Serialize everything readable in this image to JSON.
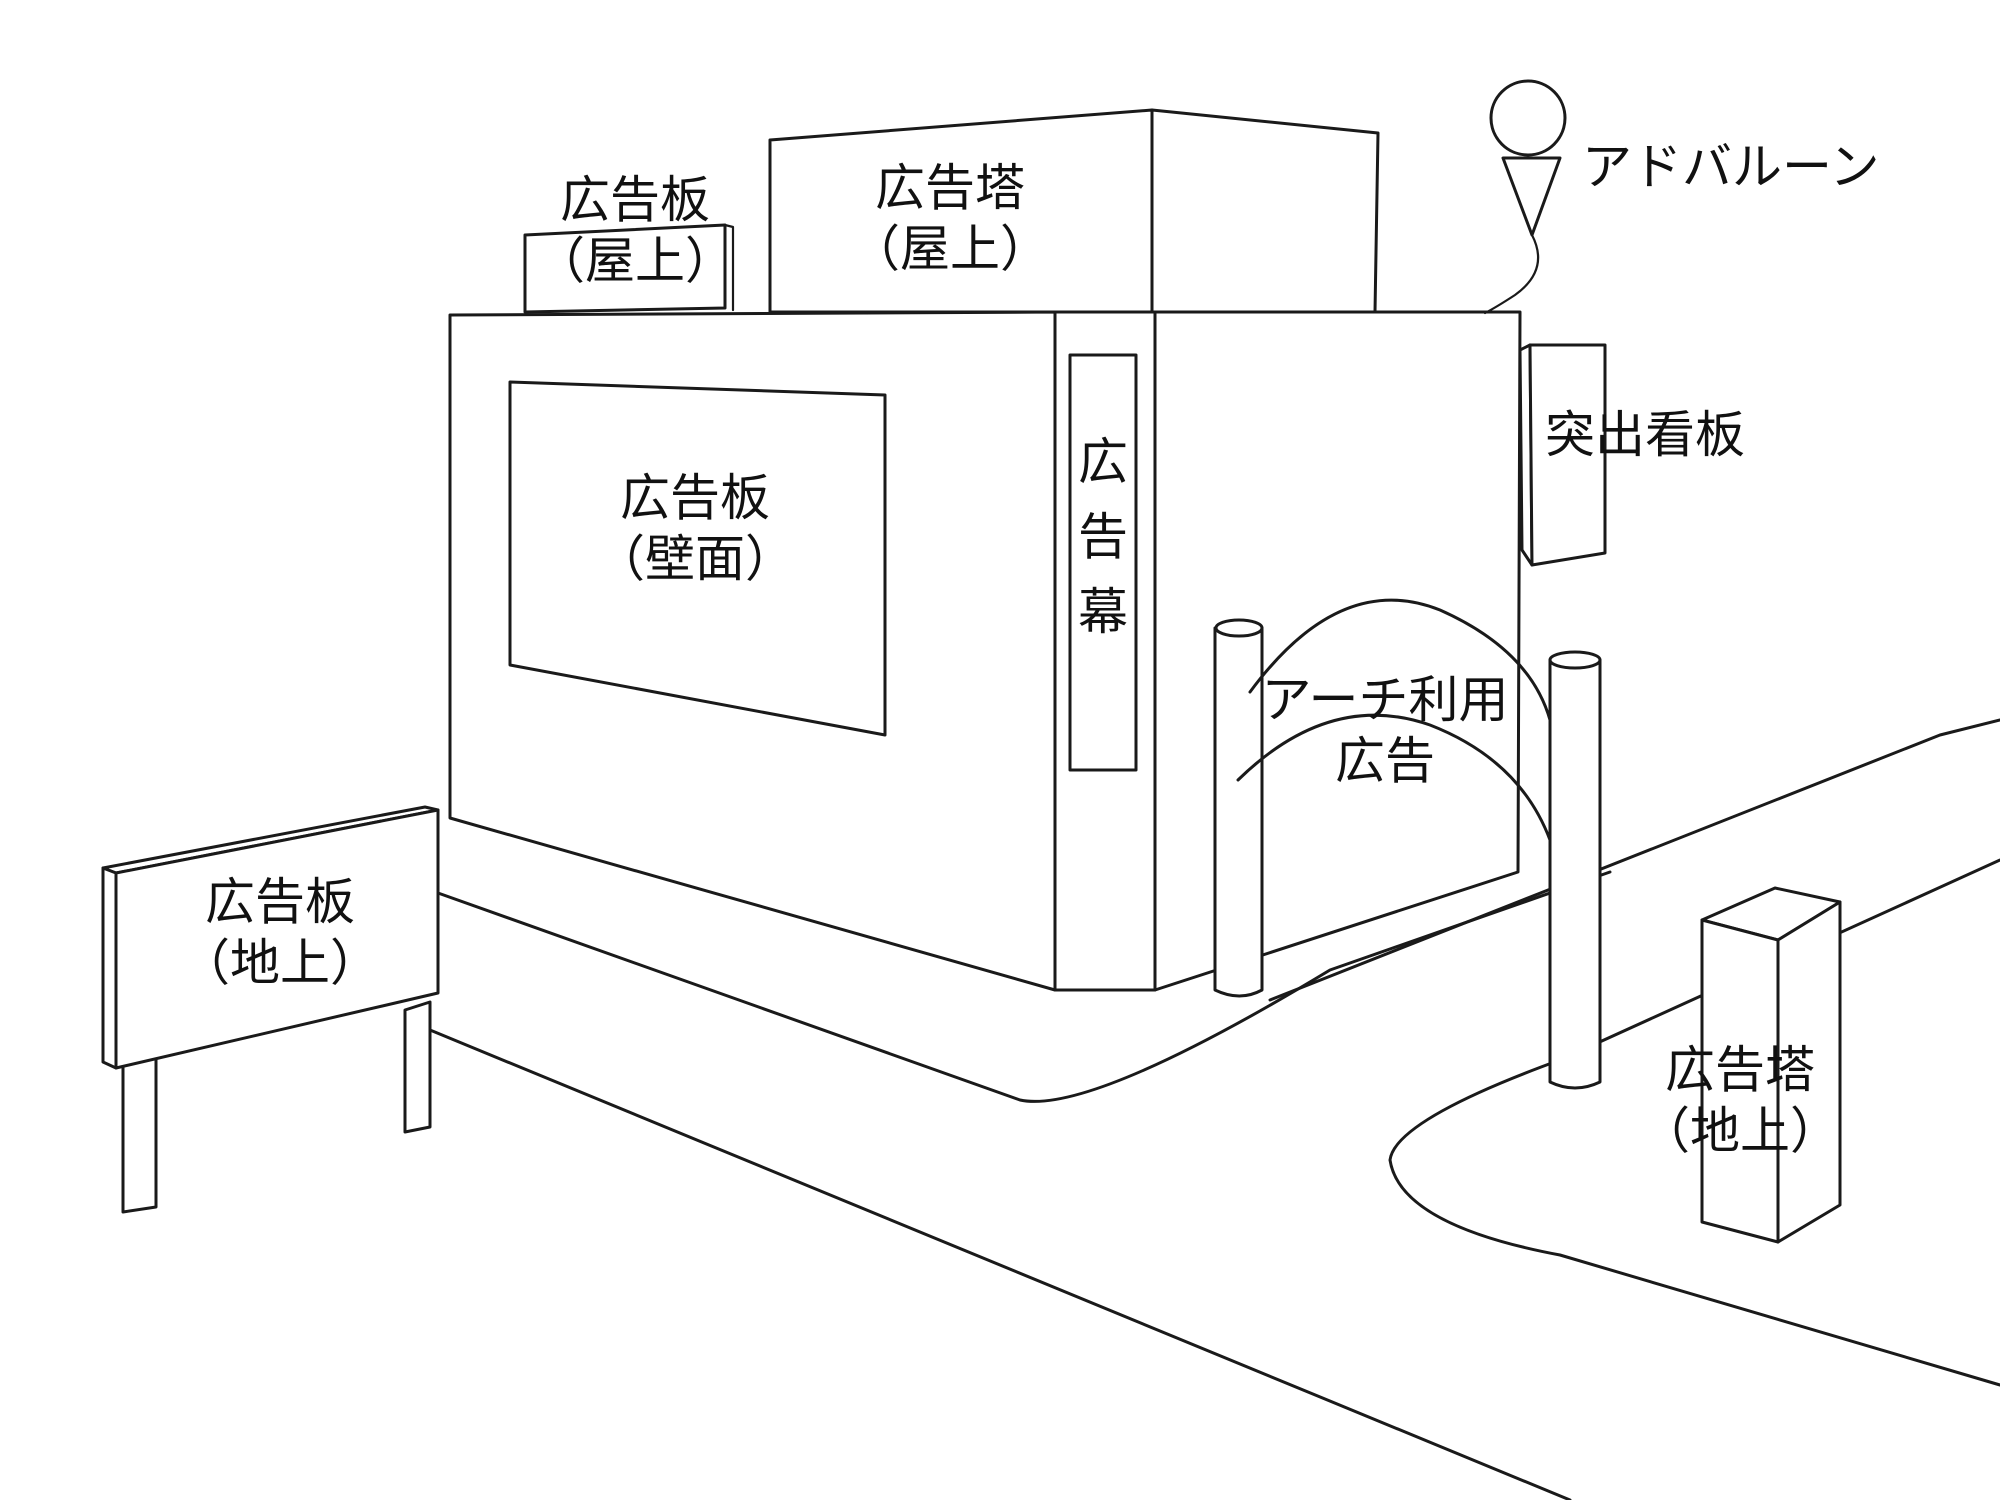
{
  "labels": {
    "rooftop_billboard": {
      "line1": "広告板",
      "line2": "（屋上）"
    },
    "rooftop_tower": {
      "line1": "広告塔",
      "line2": "（屋上）"
    },
    "ad_balloon": {
      "text": "アドバルーン"
    },
    "wall_billboard": {
      "line1": "広告板",
      "line2": "（壁面）"
    },
    "banner": {
      "chars": [
        "広",
        "告",
        "幕"
      ]
    },
    "projecting_sign": {
      "text": "突出看板"
    },
    "arch_ad": {
      "line1": "アーチ利用",
      "line2": "広告"
    },
    "ground_billboard": {
      "line1": "広告板",
      "line2": "（地上）"
    },
    "ground_tower": {
      "line1": "広告塔",
      "line2": "（地上）"
    }
  },
  "colors": {
    "line": "#1a1a1a",
    "background": "#ffffff",
    "text": "#111111"
  }
}
